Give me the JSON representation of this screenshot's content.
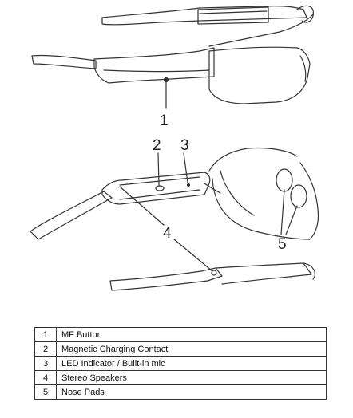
{
  "callouts": {
    "c1": "1",
    "c2": "2",
    "c3": "3",
    "c4": "4",
    "c5": "5"
  },
  "legend": {
    "rows": [
      {
        "num": "1",
        "label": "MF Button"
      },
      {
        "num": "2",
        "label": "Magnetic Charging Contact"
      },
      {
        "num": "3",
        "label": "LED Indicator / Built-in mic"
      },
      {
        "num": "4",
        "label": "Stereo Speakers"
      },
      {
        "num": "5",
        "label": "Nose Pads"
      }
    ]
  }
}
